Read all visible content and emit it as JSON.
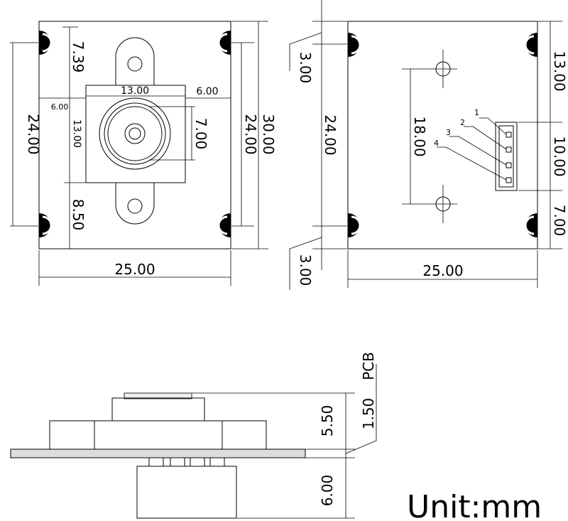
{
  "unit_label": "Unit:mm",
  "front_view": {
    "width": "25.00",
    "height_outer": "30.00",
    "height_inner": "24.00",
    "height_left": "24.00",
    "top_offset": "7.39",
    "lens_width": "13.00",
    "lens_right": "6.00",
    "lens_left": "6.00",
    "lens_height": "13.00",
    "lens_diameter": "7.00",
    "bottom_offset": "8.50"
  },
  "back_view": {
    "width": "25.00",
    "top_margin": "3.00",
    "bottom_margin": "3.00",
    "height": "24.00",
    "hole_spacing": "18.00",
    "connector_top": "13.00",
    "connector_height": "10.00",
    "connector_bottom": "7.00",
    "pins": [
      "1",
      "2",
      "3",
      "4"
    ]
  },
  "side_view": {
    "height_top": "5.50",
    "pcb_thickness": "1.50",
    "pcb_label": "PCB",
    "height_bottom": "6.00"
  }
}
